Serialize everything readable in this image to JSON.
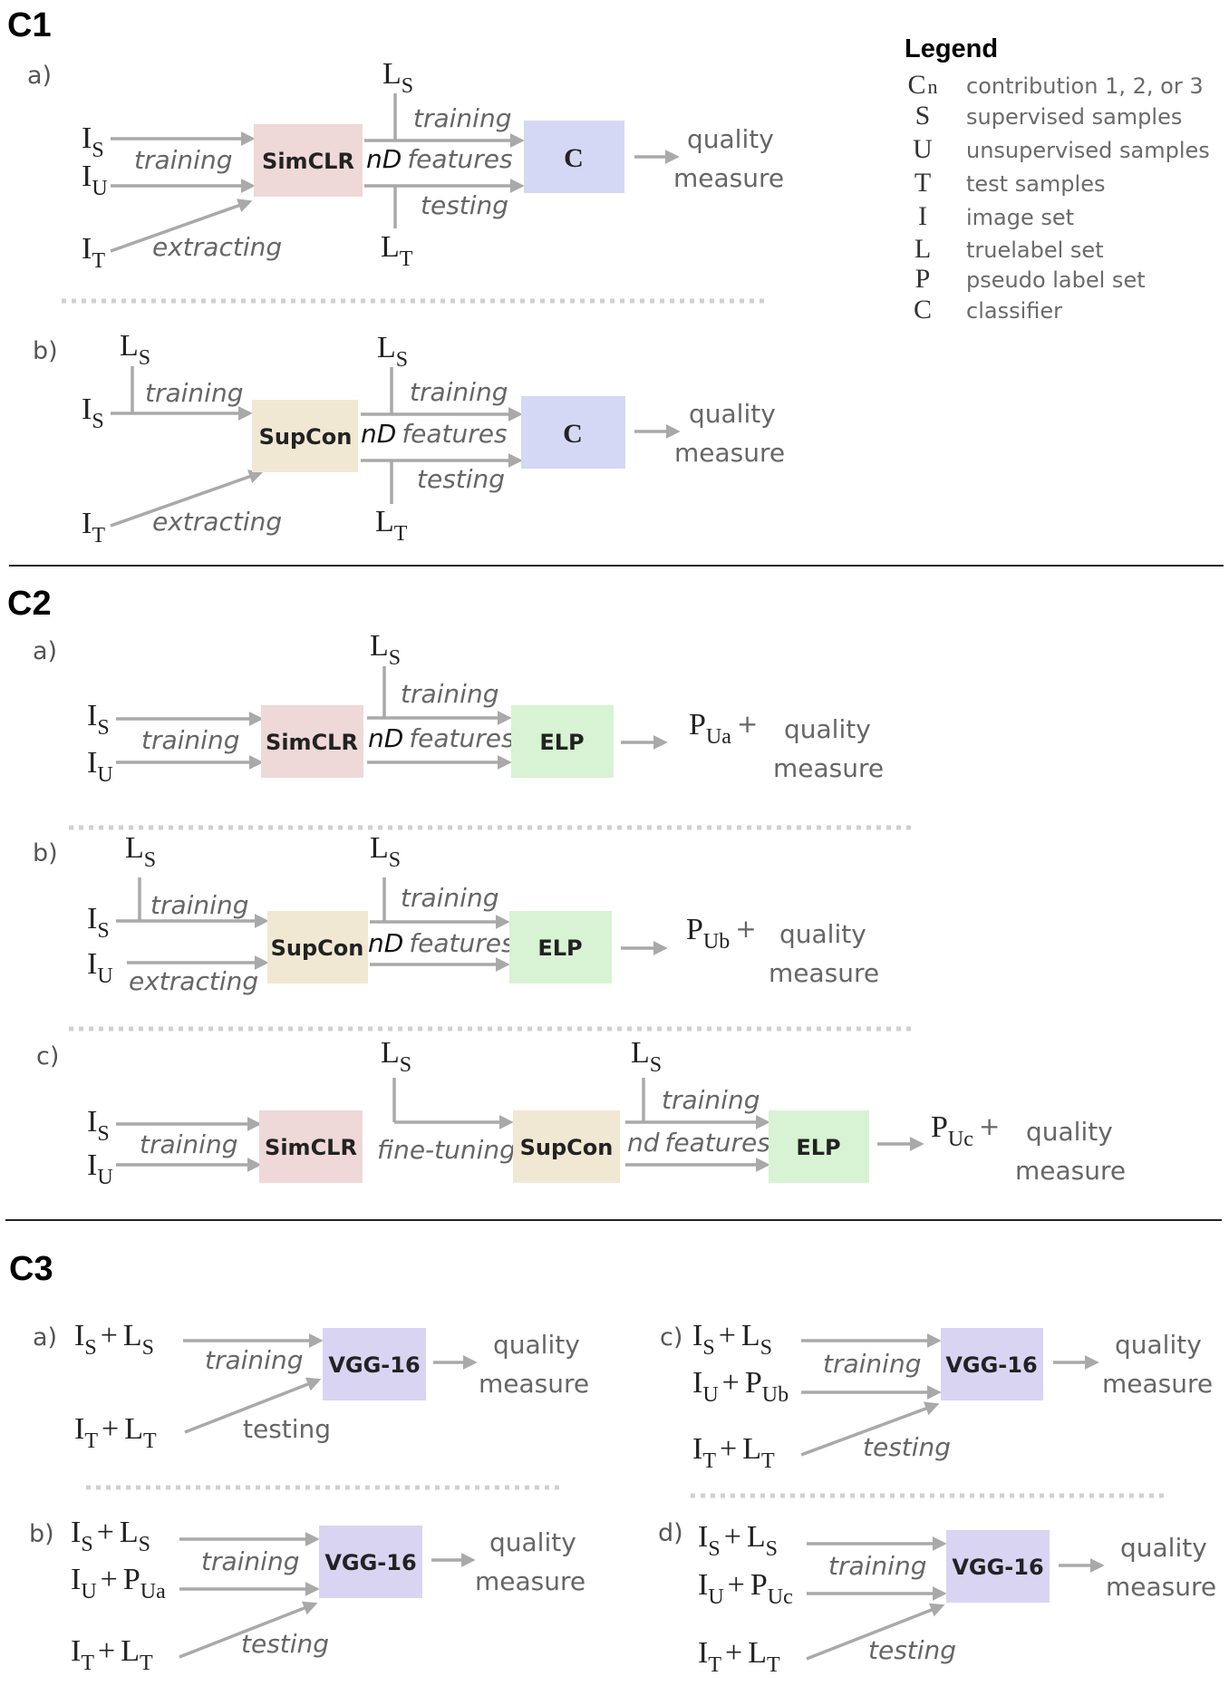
{
  "sections": {
    "c1": "C1",
    "c2": "C2",
    "c3": "C3"
  },
  "panels": {
    "a": "a)",
    "b": "b)",
    "c": "c)",
    "d": "d)"
  },
  "symbols": {
    "I": "I",
    "L": "L",
    "P": "P",
    "plus": "+",
    "S": "S",
    "U": "U",
    "T": "T",
    "Ua": "Ua",
    "Ub": "Ub",
    "Uc": "Uc"
  },
  "edges": {
    "training": "training",
    "testing": "testing",
    "extracting": "extracting",
    "fine_tuning": "fine-tuning",
    "nd_prefix": "nD",
    "nd_lower": "nd",
    "features": "features"
  },
  "outputs": {
    "quality": "quality",
    "measure": "measure"
  },
  "boxes": {
    "simclr": "SimCLR",
    "supcon": "SupCon",
    "classifier": "C",
    "elp": "ELP",
    "vgg": "VGG-16"
  },
  "colors": {
    "simclr": "#eed8d8",
    "supcon": "#f1e8d3",
    "classifier": "#d5d8f4",
    "elp": "#d7f3d3",
    "vgg": "#d9d4f2",
    "arrow": "#a9a9a9"
  },
  "legend": {
    "title": "Legend",
    "items": [
      {
        "symbol": "C",
        "sub": "n",
        "text": "contribution 1, 2, or 3"
      },
      {
        "symbol": "S",
        "sub": "",
        "text": "supervised samples"
      },
      {
        "symbol": "U",
        "sub": "",
        "text": "unsupervised samples"
      },
      {
        "symbol": "T",
        "sub": "",
        "text": "test samples"
      },
      {
        "symbol": "I",
        "sub": "",
        "text": "image set"
      },
      {
        "symbol": "L",
        "sub": "",
        "text": "truelabel set"
      },
      {
        "symbol": "P",
        "sub": "",
        "text": "pseudo label set"
      },
      {
        "symbol": "C",
        "sub": "",
        "text": "classifier"
      }
    ]
  }
}
